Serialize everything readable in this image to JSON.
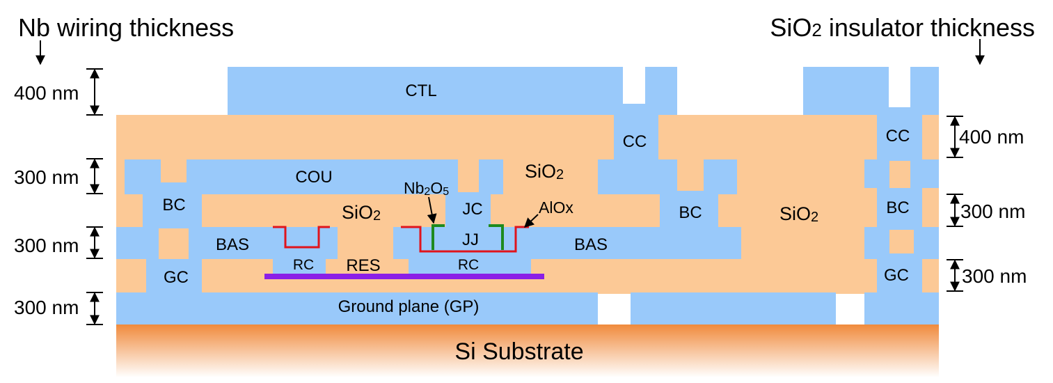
{
  "headings": {
    "left": "Nb wiring thickness",
    "right_prefix": "SiO",
    "right_sub": "2",
    "right_suffix": " insulator thickness"
  },
  "thickness_left": [
    "400 nm",
    "300 nm",
    "300 nm",
    "300 nm"
  ],
  "thickness_right": [
    "400 nm",
    "300 nm",
    "300 nm"
  ],
  "layers": {
    "ctl": "CTL",
    "cou": "COU",
    "bas_left": "BAS",
    "bas_right": "BAS",
    "gp": "Ground plane (GP)",
    "substrate": "Si Substrate",
    "jj": "JJ",
    "jc": "JC",
    "res": "RES",
    "rc_left": "RC",
    "rc_right": "RC",
    "bc_left": "BC",
    "bc_mid": "BC",
    "bc_right": "BC",
    "gc_left": "GC",
    "gc_right": "GC",
    "cc_mid": "CC",
    "cc_right": "CC"
  },
  "sio2": {
    "main": "SiO",
    "sub": "2"
  },
  "nb2o5": {
    "a": "Nb",
    "b": "2",
    "c": "O",
    "d": "5"
  },
  "alox": "AlOx",
  "colors": {
    "nb": "#99c9fa",
    "sio2": "#fcc996",
    "res": "#8b1fe6",
    "alox": "#e0141c",
    "nb2o5": "#1e8a1e",
    "substrate_top": "#f08a3c",
    "substrate_bottom": "#ffffff"
  }
}
